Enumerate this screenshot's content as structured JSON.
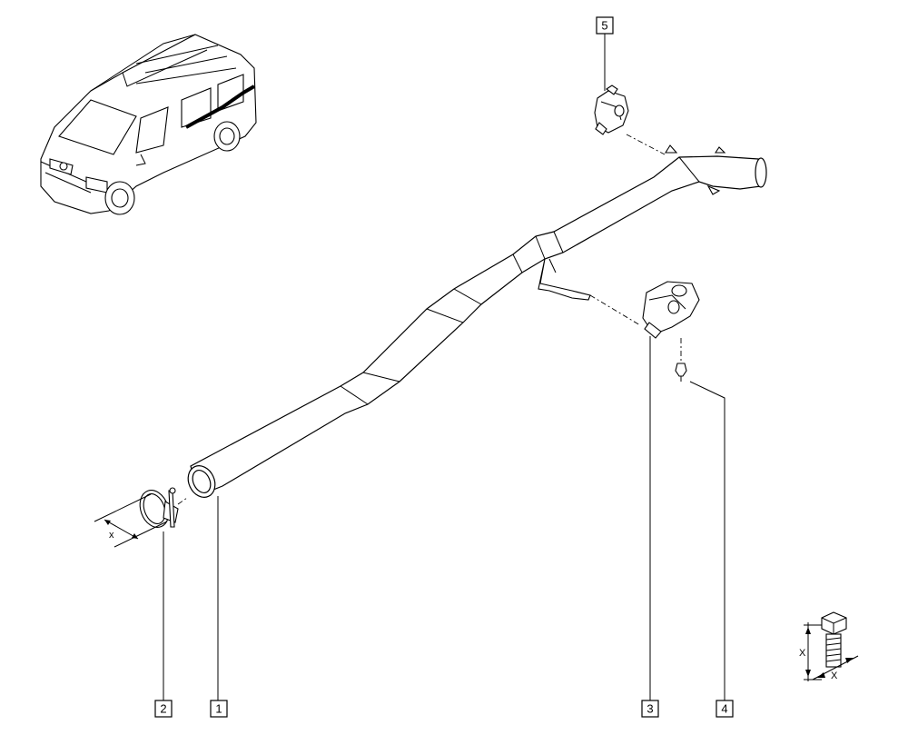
{
  "callouts": {
    "c1": "1",
    "c2": "2",
    "c3": "3",
    "c4": "4",
    "c5": "5"
  },
  "dimensions": {
    "clamp_x": "x",
    "bolt_x_vertical": "X",
    "bolt_x_horizontal": "X"
  },
  "colors": {
    "line": "#000000",
    "background": "#ffffff"
  }
}
